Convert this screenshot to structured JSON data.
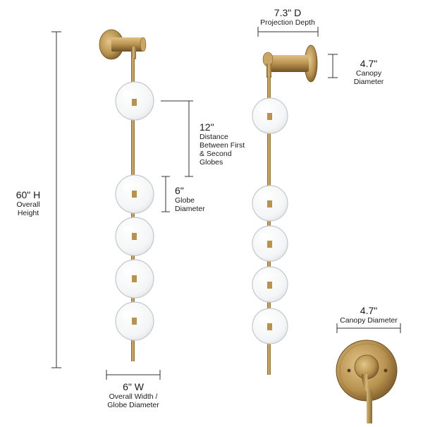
{
  "colors": {
    "brass_light": "#d9b878",
    "brass_mid": "#b8924f",
    "brass_dark": "#7a5a28",
    "glass_edge": "#c4c8cc",
    "dim_line": "#333333"
  },
  "dimensions": {
    "overall_height": {
      "value": "60\" H",
      "label_1": "Overall",
      "label_2": "Height"
    },
    "globe_spacing": {
      "value": "12\"",
      "label_1": "Distance",
      "label_2": "Between First",
      "label_3": "& Second",
      "label_4": "Globes"
    },
    "globe_diameter": {
      "value": "6\"",
      "label_1": "Globe",
      "label_2": "Diameter"
    },
    "overall_width": {
      "value": "6\" W",
      "label_1": "Overall Width /",
      "label_2": "Globe Diameter"
    },
    "projection": {
      "value": "7.3\" D",
      "label_1": "Projection Depth"
    },
    "canopy_side": {
      "value": "4.7\"",
      "label_1": "Canopy",
      "label_2": "Diameter"
    },
    "canopy_front": {
      "value": "4.7\"",
      "label_1": "Canopy Diameter"
    }
  },
  "views": {
    "front_view_globe_count": 5,
    "side_view_globe_count": 5
  }
}
